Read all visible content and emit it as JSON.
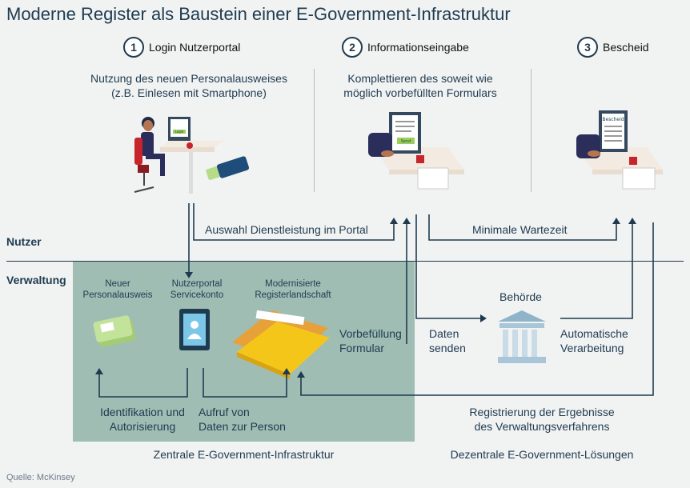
{
  "title": "Moderne Register als Baustein einer E-Government-Infrastruktur",
  "steps": [
    {
      "num": "1",
      "label": "Login Nutzerportal"
    },
    {
      "num": "2",
      "label": "Informationseingabe"
    },
    {
      "num": "3",
      "label": "Bescheid"
    }
  ],
  "step_desc": {
    "s1_line1": "Nutzung des neuen Personalausweises",
    "s1_line2": "(z.B. Einlesen mit Smartphone)",
    "s2_line1": "Komplettieren des soweit wie",
    "s2_line2": "möglich vorbefüllten Formulars"
  },
  "rows": {
    "nutzer": "Nutzer",
    "verwaltung": "Verwaltung"
  },
  "arrows": {
    "auswahl": "Auswahl Dienstleistung im Portal",
    "wartezeit": "Minimale Wartezeit",
    "vorbef_1": "Vorbefüllung",
    "vorbef_2": "Formular",
    "daten_1": "Daten",
    "daten_2": "senden",
    "auto_1": "Automatische",
    "auto_2": "Verarbeitung",
    "ident_1": "Identifikation und",
    "ident_2": "Autorisierung",
    "aufruf_1": "Aufruf von",
    "aufruf_2": "Daten zur Person",
    "regist_1": "Registrierung der Ergebnisse",
    "regist_2": "des Verwaltungsverfahrens"
  },
  "components": {
    "ausweis_1": "Neuer",
    "ausweis_2": "Personalausweis",
    "portal_1": "Nutzerportal",
    "portal_2": "Servicekonto",
    "register_1": "Modernisierte",
    "register_2": "Registerlandschaft",
    "behoerde": "Behörde"
  },
  "screen_texts": {
    "s1": "Login",
    "s2": "Send",
    "s3": "Bescheid"
  },
  "bottom": {
    "zentral": "Zentrale E-Government-Infrastruktur",
    "dezentral": "Dezentrale E-Government-Lösungen"
  },
  "source": "Quelle: McKinsey",
  "colors": {
    "navy": "#1f3b50",
    "green_box": "#9fbdb3",
    "background": "#f1f2f2",
    "folder": "#f5c61a",
    "card": "#b6dc8a"
  }
}
